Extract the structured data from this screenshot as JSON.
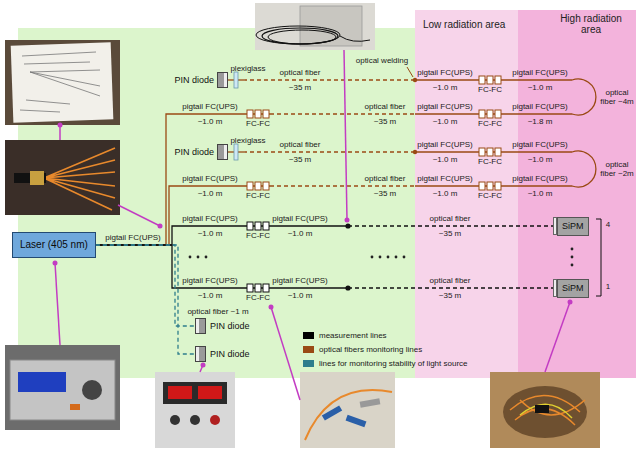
{
  "diagram": {
    "nodes": [
      {
        "text": [
          "PIN diode"
        ]
      },
      {
        "text": [
          "PIN diode"
        ]
      },
      {
        "text": [
          "Laser (405 nm)"
        ]
      },
      {
        "text": [
          "PIN diode"
        ]
      },
      {
        "text": [
          "PIN diode"
        ]
      },
      {
        "text": [
          "Low radiation area"
        ]
      },
      {
        "text": [
          "High radiation area"
        ],
        "in": 5
      },
      {
        "text": [
          "SiPM"
        ],
        "in": 6
      },
      {
        "text": [
          "SiPM"
        ],
        "in": 6
      }
    ],
    "edges": [
      {
        "from": 2,
        "to": 0,
        "arrow": "none"
      },
      {
        "from": 2,
        "to": 1,
        "arrow": "none"
      },
      {
        "from": 2,
        "to": 7,
        "arrow": "none"
      },
      {
        "from": 2,
        "to": 8,
        "arrow": "none"
      },
      {
        "from": 2,
        "to": 3,
        "arrow": "none"
      },
      {
        "from": 2,
        "to": 4,
        "arrow": "none"
      }
    ],
    "labels": [
      "plexiglass",
      "optical welding",
      "optical fiber",
      "~35 m",
      "pigtail FC(UPS)",
      "~1.0 m",
      "FC-FC",
      "pigtail FC(UPS)",
      "~1.0 m",
      "optical fiber ~4m",
      "pigtail FC(UPS)",
      "~1.0 m",
      "FC-FC",
      "optical fiber",
      "~35 m",
      "pigtail FC(UPS)",
      "~1.0 m",
      "FC-FC",
      "pigtail FC(UPS)",
      "~1.8 m",
      "plexiglass",
      "optical fiber",
      "~35 m",
      "pigtail FC(UPS)",
      "~1.0 m",
      "FC-FC",
      "pigtail FC(UPS)",
      "~1.0 m",
      "optical fiber ~2m",
      "pigtail FC(UPS)",
      "~1.0 m",
      "FC-FC",
      "optical fiber",
      "~35 m",
      "pigtail FC(UPS)",
      "~1.0 m",
      "FC-FC",
      "pigtail FC(UPS)",
      "~1.0 m",
      "pigtail FC(UPS)",
      "~1.0 m",
      "FC-FC",
      "pigtail FC(UPS)",
      "~1.0 m",
      "optical fiber",
      "~35 m",
      "pigtail FC(UPS)",
      "~1.0 m",
      "FC-FC",
      "pigtail FC(UPS)",
      "~1.0 m",
      "optical fiber",
      "~35 m",
      "pigtail FC(UPS)",
      "optical fiber ~1 m",
      "4",
      "1"
    ],
    "legend": [
      {
        "text": "measurement lines",
        "color": "#000000"
      },
      {
        "text": "optical fibers monitoring lines",
        "color": "#9a4a14"
      },
      {
        "text": "lines for monitoring stability of light source",
        "color": "#2e7d8c"
      }
    ]
  }
}
